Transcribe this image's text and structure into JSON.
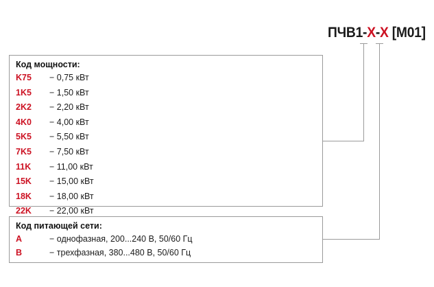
{
  "title": {
    "prefix": "ПЧВ1-",
    "x1": "X",
    "sep": "-",
    "x2": "X",
    "suffix": " [M01]",
    "full": "ПЧВ1-X-X [M01]"
  },
  "colors": {
    "code_red": "#cc1122",
    "text": "#1a1a1a",
    "border": "#9a9a9a",
    "background": "#ffffff"
  },
  "power_box": {
    "heading": "Код мощности:",
    "rows": [
      {
        "code": "K75",
        "desc": "− 0,75 кВт"
      },
      {
        "code": "1K5",
        "desc": "− 1,50 кВт"
      },
      {
        "code": "2K2",
        "desc": "− 2,20 кВт"
      },
      {
        "code": "4K0",
        "desc": "− 4,00 кВт"
      },
      {
        "code": "5K5",
        "desc": "− 5,50 кВт"
      },
      {
        "code": "7K5",
        "desc": "− 7,50 кВт"
      },
      {
        "code": "11K",
        "desc": "− 11,00 кВт"
      },
      {
        "code": "15K",
        "desc": "− 15,00 кВт"
      },
      {
        "code": "18K",
        "desc": "− 18,00 кВт"
      },
      {
        "code": "22K",
        "desc": "− 22,00 кВт"
      }
    ]
  },
  "mains_box": {
    "heading": "Код питающей сети:",
    "rows": [
      {
        "code": "A",
        "desc": "− однофазная, 200...240 В, 50/60 Гц"
      },
      {
        "code": "B",
        "desc": "− трехфазная, 380...480 В, 50/60 Гц"
      }
    ]
  }
}
